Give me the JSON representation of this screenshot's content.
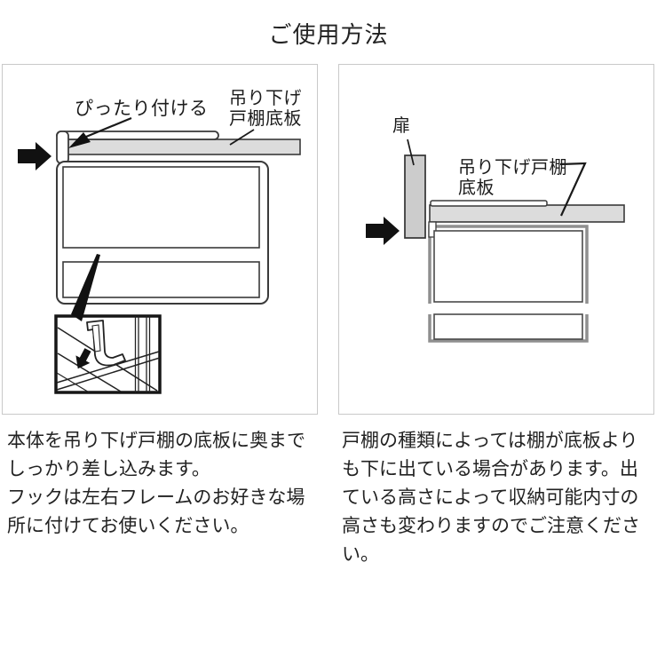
{
  "title": "ご使用方法",
  "colors": {
    "line": "#2e2e2e",
    "board_fill": "#dcdcdc",
    "door_fill": "#cccccc",
    "panel_border": "#c9c9c9",
    "arrow_fill": "#111111",
    "basket_frame_gray": "#8f8f8f"
  },
  "panel1": {
    "labels": {
      "fit": "ぴったり付ける",
      "board": "吊り下げ\n戸棚底板"
    },
    "caption": "本体を吊り下げ戸棚の底板に奥まで\nしっかり差し込みます。\nフックは左右フレームのお好きな場\n所に付けてお使いください。"
  },
  "panel2": {
    "labels": {
      "door": "扉",
      "board": "吊り下げ戸棚\n底板"
    },
    "caption": "戸棚の種類によっては棚が底板より\nも下に出ている場合があります。出\nている高さによって収納可能内寸の\n高さも変わりますのでご注意くださ\nい。"
  }
}
